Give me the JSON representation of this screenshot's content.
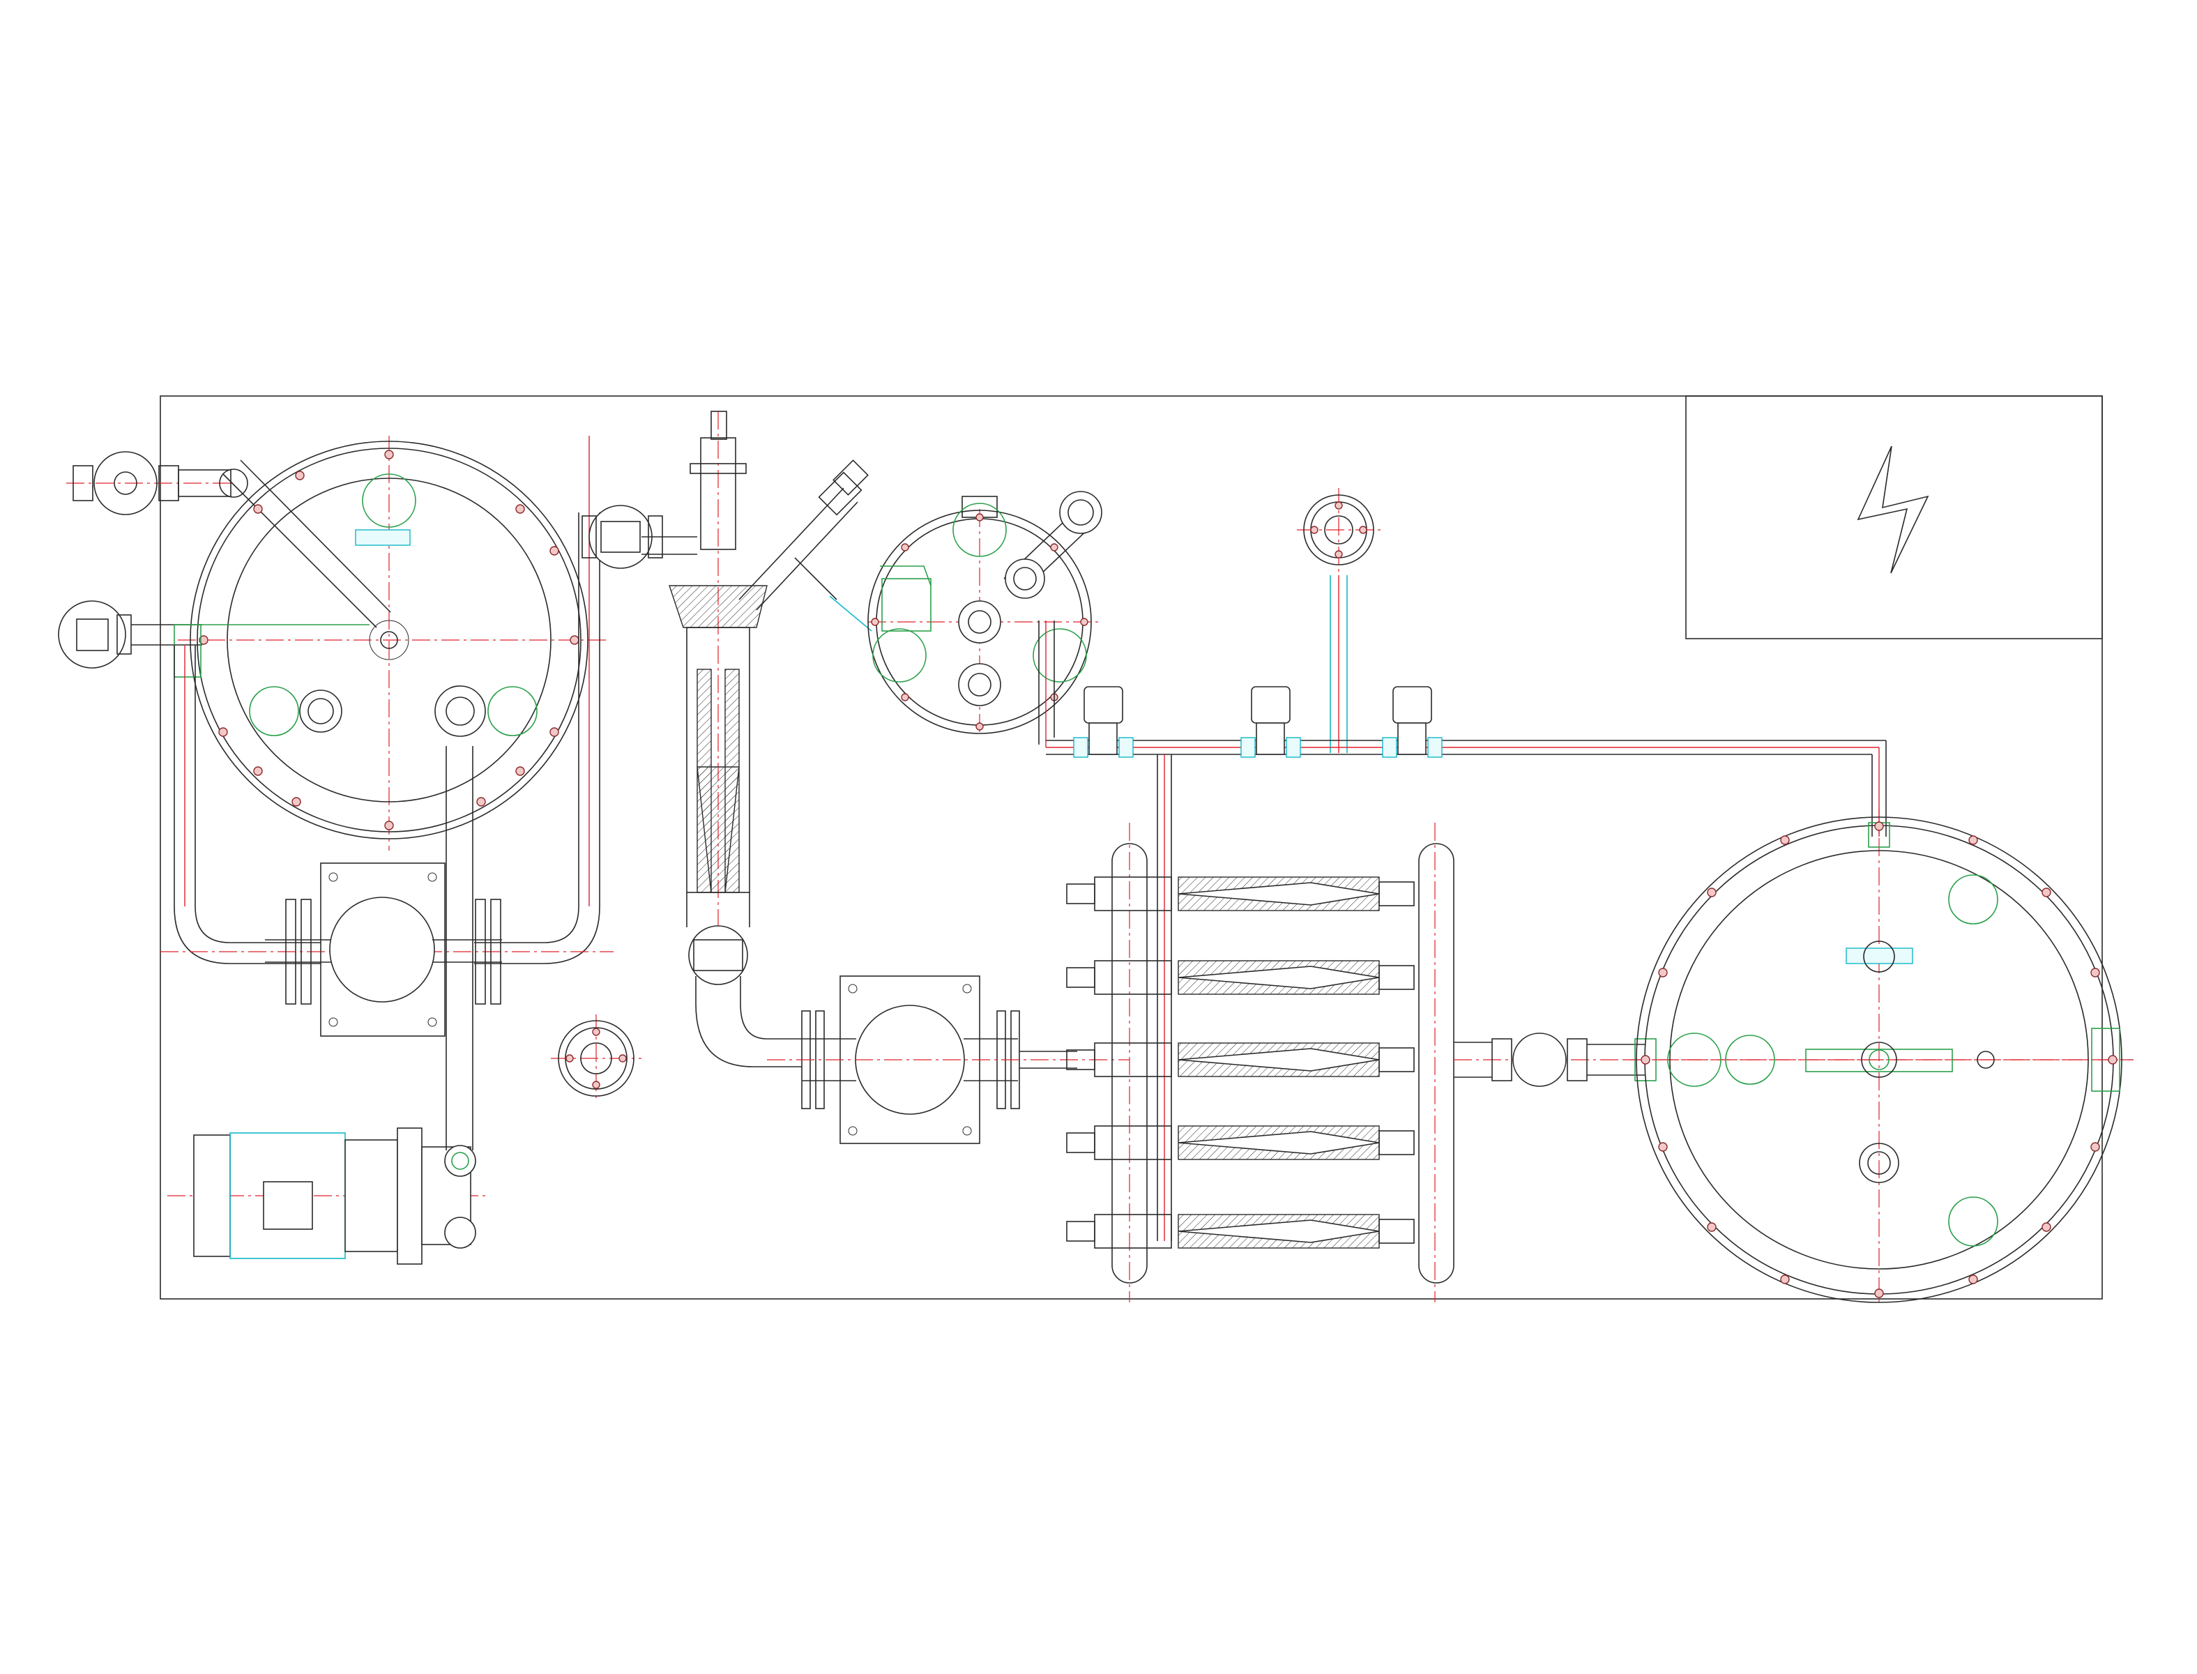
{
  "drawing": {
    "palette": {
      "outline": "#2a2a2a",
      "centerline": "#e0202a",
      "auxiliary": "#2aa04a",
      "motor": "#12b8c8",
      "bolt_fill": "#f3c8c8",
      "background": "#ffffff"
    },
    "components": [
      "skid-frame",
      "electrical-control-box",
      "high-voltage-symbol-icon",
      "feed-tank-left",
      "feed-tank-right",
      "pump-housing-left",
      "pump-housing-center",
      "electric-motor",
      "vertical-reactor-column",
      "angled-injector",
      "small-round-vessel",
      "flange-gauge-top",
      "flange-gauge-lower",
      "solenoid-valves",
      "ejector-manifold"
    ],
    "solenoid_valve_count": 3,
    "ejector_count": 5
  }
}
